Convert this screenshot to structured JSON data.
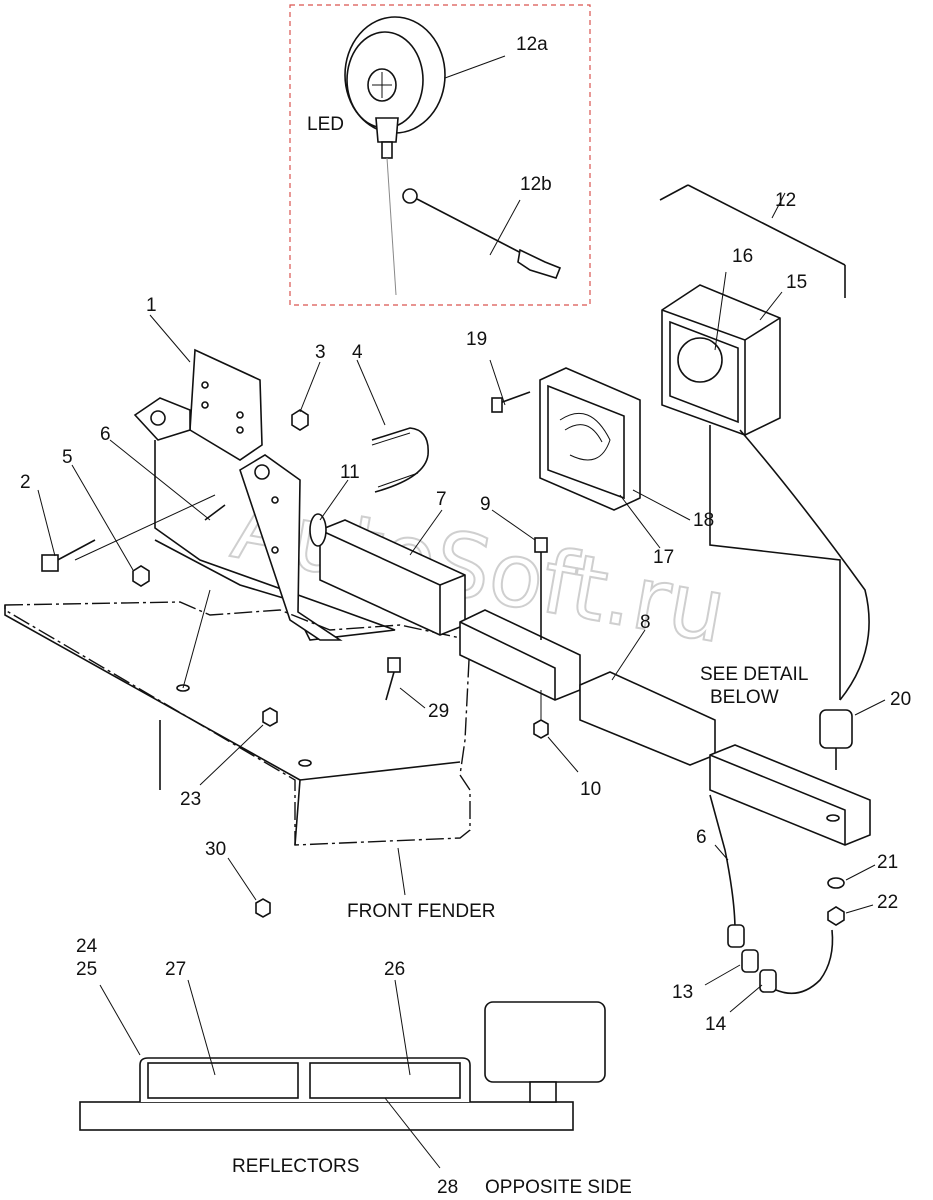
{
  "labels": {
    "l12a": "12a",
    "l12b": "12b",
    "l12": "12",
    "l16": "16",
    "l15": "15",
    "l19": "19",
    "l1": "1",
    "l3": "3",
    "l4": "4",
    "l6a": "6",
    "l5": "5",
    "l2": "2",
    "l11": "11",
    "l7": "7",
    "l9": "9",
    "l18": "18",
    "l17": "17",
    "l8": "8",
    "l29": "29",
    "l20": "20",
    "l10": "10",
    "l23": "23",
    "l6b": "6",
    "l21": "21",
    "l22": "22",
    "l30": "30",
    "l13": "13",
    "l14": "14",
    "l24": "24",
    "l25": "25",
    "l27": "27",
    "l26": "26",
    "l28": "28"
  },
  "captions": {
    "led": "LED",
    "see_detail_1": "SEE DETAIL",
    "see_detail_2": "BELOW",
    "front_fender": "FRONT FENDER",
    "reflectors": "REFLECTORS",
    "opposite_side": "OPPOSITE SIDE"
  },
  "watermark": "AutoSoft.ru"
}
